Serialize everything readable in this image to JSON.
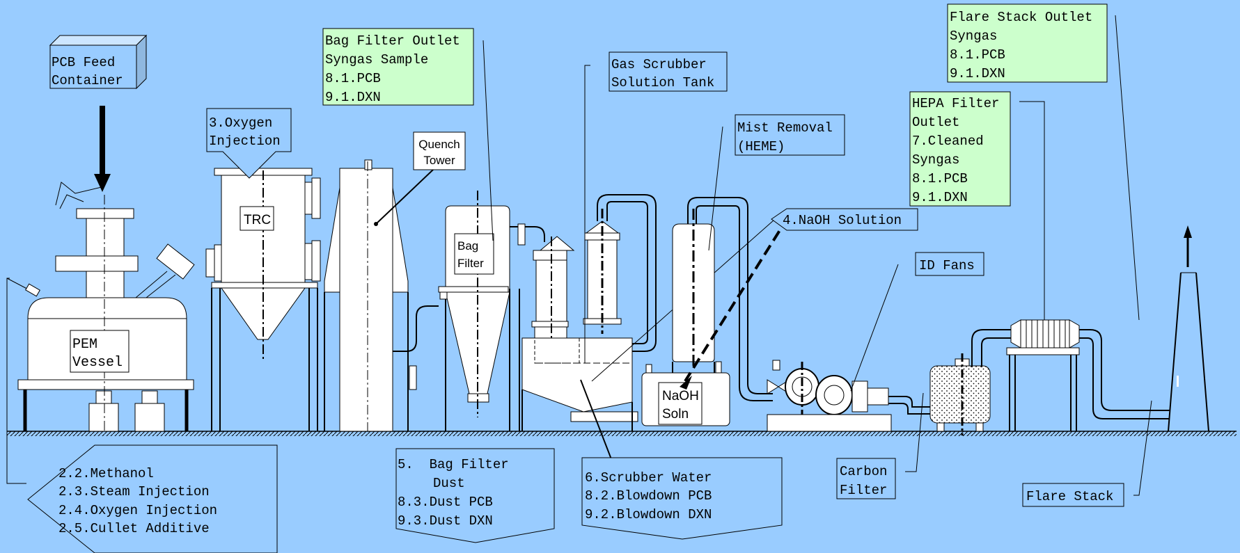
{
  "colors": {
    "background": "#99ccff",
    "callout_fill": "#ccffcc",
    "equipment_fill": "#ffffff",
    "line": "#000000"
  },
  "labels": {
    "pcb_feed": [
      "PCB Feed",
      "Container"
    ],
    "oxygen_injection": [
      "3.Oxygen",
      "Injection"
    ],
    "trc": "TRC",
    "quench_tower": [
      "Quench",
      "Tower"
    ],
    "bag_filter_outlet": [
      "Bag Filter Outlet",
      "Syngas Sample",
      "8.1.PCB",
      "9.1.DXN"
    ],
    "bag_filter": [
      "Bag",
      "Filter"
    ],
    "gas_scrubber": [
      "Gas Scrubber",
      "Solution Tank"
    ],
    "mist_removal": [
      "Mist Removal",
      "(HEME)"
    ],
    "naoh_solution": "4.NaOH Solution",
    "naoh_soln": [
      "NaOH",
      "Soln"
    ],
    "flare_outlet": [
      "Flare Stack Outlet",
      "Syngas",
      "8.1.PCB",
      "9.1.DXN"
    ],
    "hepa_outlet": [
      "HEPA Filter",
      "Outlet",
      "7.Cleaned",
      "Syngas",
      "8.1.PCB",
      "9.1.DXN"
    ],
    "id_fans": "ID Fans",
    "carbon_filter": [
      "Carbon",
      "Filter"
    ],
    "flare_stack": "Flare Stack",
    "pem_vessel": [
      "PEM",
      "Vessel"
    ],
    "pem_inputs": [
      "2.2.Methanol",
      "2.3.Steam Injection",
      "2.4.Oxygen Injection",
      "2.5.Cullet Additive"
    ],
    "bag_filter_dust": [
      "5.  Bag Filter",
      "Dust",
      "8.3.Dust PCB",
      "9.3.Dust DXN"
    ],
    "scrubber_water": [
      "6.Scrubber Water",
      "8.2.Blowdown PCB",
      "9.2.Blowdown DXN"
    ]
  }
}
